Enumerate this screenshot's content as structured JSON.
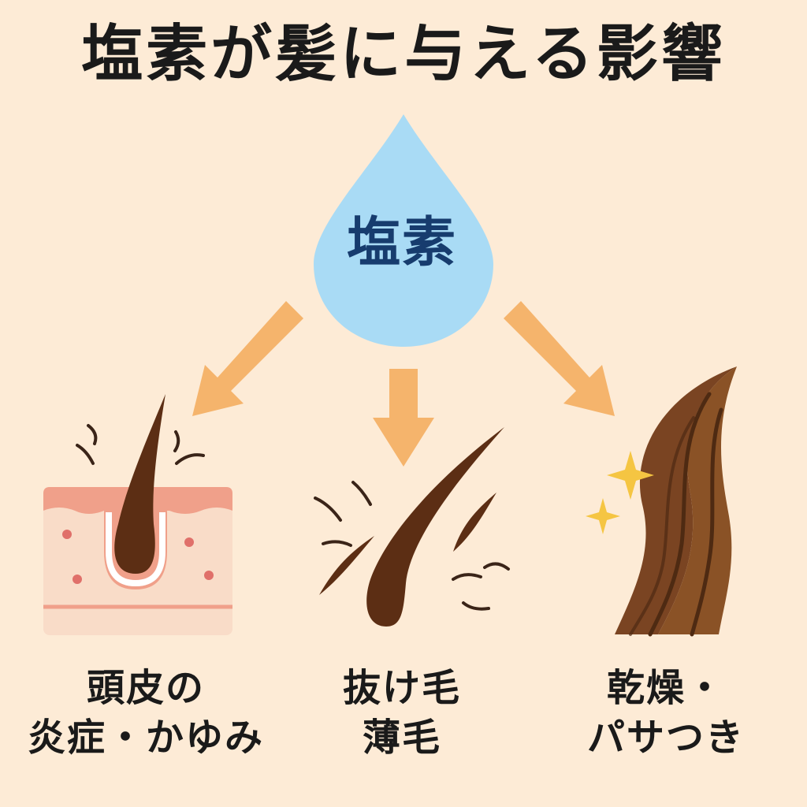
{
  "title": "塩素が髪に与える影響",
  "source": {
    "label": "塩素",
    "icon": "water-drop-icon",
    "color": "#a9dbf5",
    "label_color": "#173c6e"
  },
  "effects": [
    {
      "lines": [
        "頭皮の",
        "炎症・かゆみ"
      ],
      "icon": "scalp-hair-follicle-icon"
    },
    {
      "lines": [
        "抜け毛",
        "薄毛"
      ],
      "icon": "falling-hair-icon"
    },
    {
      "lines": [
        "乾燥・",
        "パサつき"
      ],
      "icon": "dry-wavy-hair-icon"
    }
  ],
  "colors": {
    "background": "#fdebd6",
    "arrow": "#f5b46c",
    "hair": "#5c2e14",
    "sparkle": "#f5c542",
    "skin": "#f9dcc8",
    "skin_top": "#f0a08a"
  }
}
